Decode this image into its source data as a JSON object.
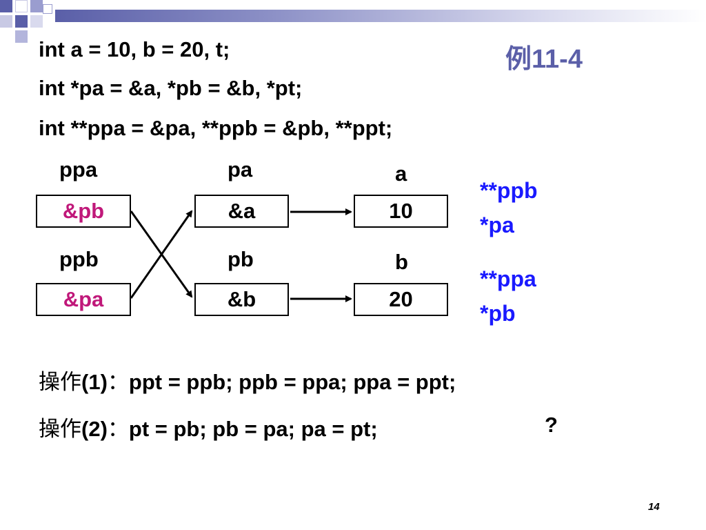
{
  "slide": {
    "title": "例11-4",
    "code_lines": [
      "int a = 10, b = 20, t;",
      "int *pa = &a, *pb = &b, *pt;",
      "int **ppa = &pa, **ppb = &pb, **ppt;"
    ],
    "diagram": {
      "labels": {
        "ppa": "ppa",
        "pa": "pa",
        "a": "a",
        "ppb": "ppb",
        "pb": "pb",
        "b": "b"
      },
      "boxes": {
        "ppa": "&pb",
        "pa": "&a",
        "a": "10",
        "ppb": "&pa",
        "pb": "&b",
        "b": "20"
      },
      "notes_top": [
        "**ppb",
        "*pa"
      ],
      "notes_bottom": [
        "**ppa",
        "*pb"
      ]
    },
    "operations": [
      {
        "prefix": "操作",
        "num": "(1)",
        "colon": "：",
        "code": "ppt = ppb; ppb = ppa; ppa = ppt;"
      },
      {
        "prefix": "操作",
        "num": "(2)",
        "colon": "：",
        "code": "pt = pb; pb = pa; pa = pt;"
      }
    ],
    "question_mark": "?",
    "page_number": "14"
  },
  "colors": {
    "accent": "#5b5fa8",
    "highlight_red": "#c0187a",
    "note_blue": "#1a1aff"
  },
  "icons": [
    "corner-squares-decoration",
    "gradient-title-bar"
  ]
}
